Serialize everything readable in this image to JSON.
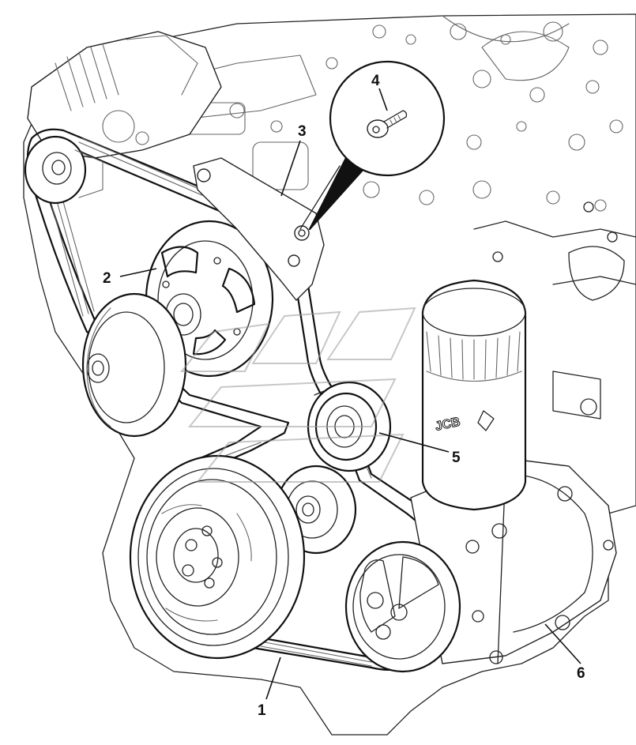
{
  "callouts": [
    {
      "id": "1",
      "label": "1"
    },
    {
      "id": "2",
      "label": "2"
    },
    {
      "id": "3",
      "label": "3"
    },
    {
      "id": "4",
      "label": "4"
    },
    {
      "id": "5",
      "label": "5"
    },
    {
      "id": "6",
      "label": "6"
    }
  ],
  "filter_logo": "JCB",
  "detail_inset": {
    "shape": "circle",
    "contains": "bolt"
  },
  "colors": {
    "line": "#111111",
    "background": "#ffffff",
    "watermark": "#999999"
  }
}
